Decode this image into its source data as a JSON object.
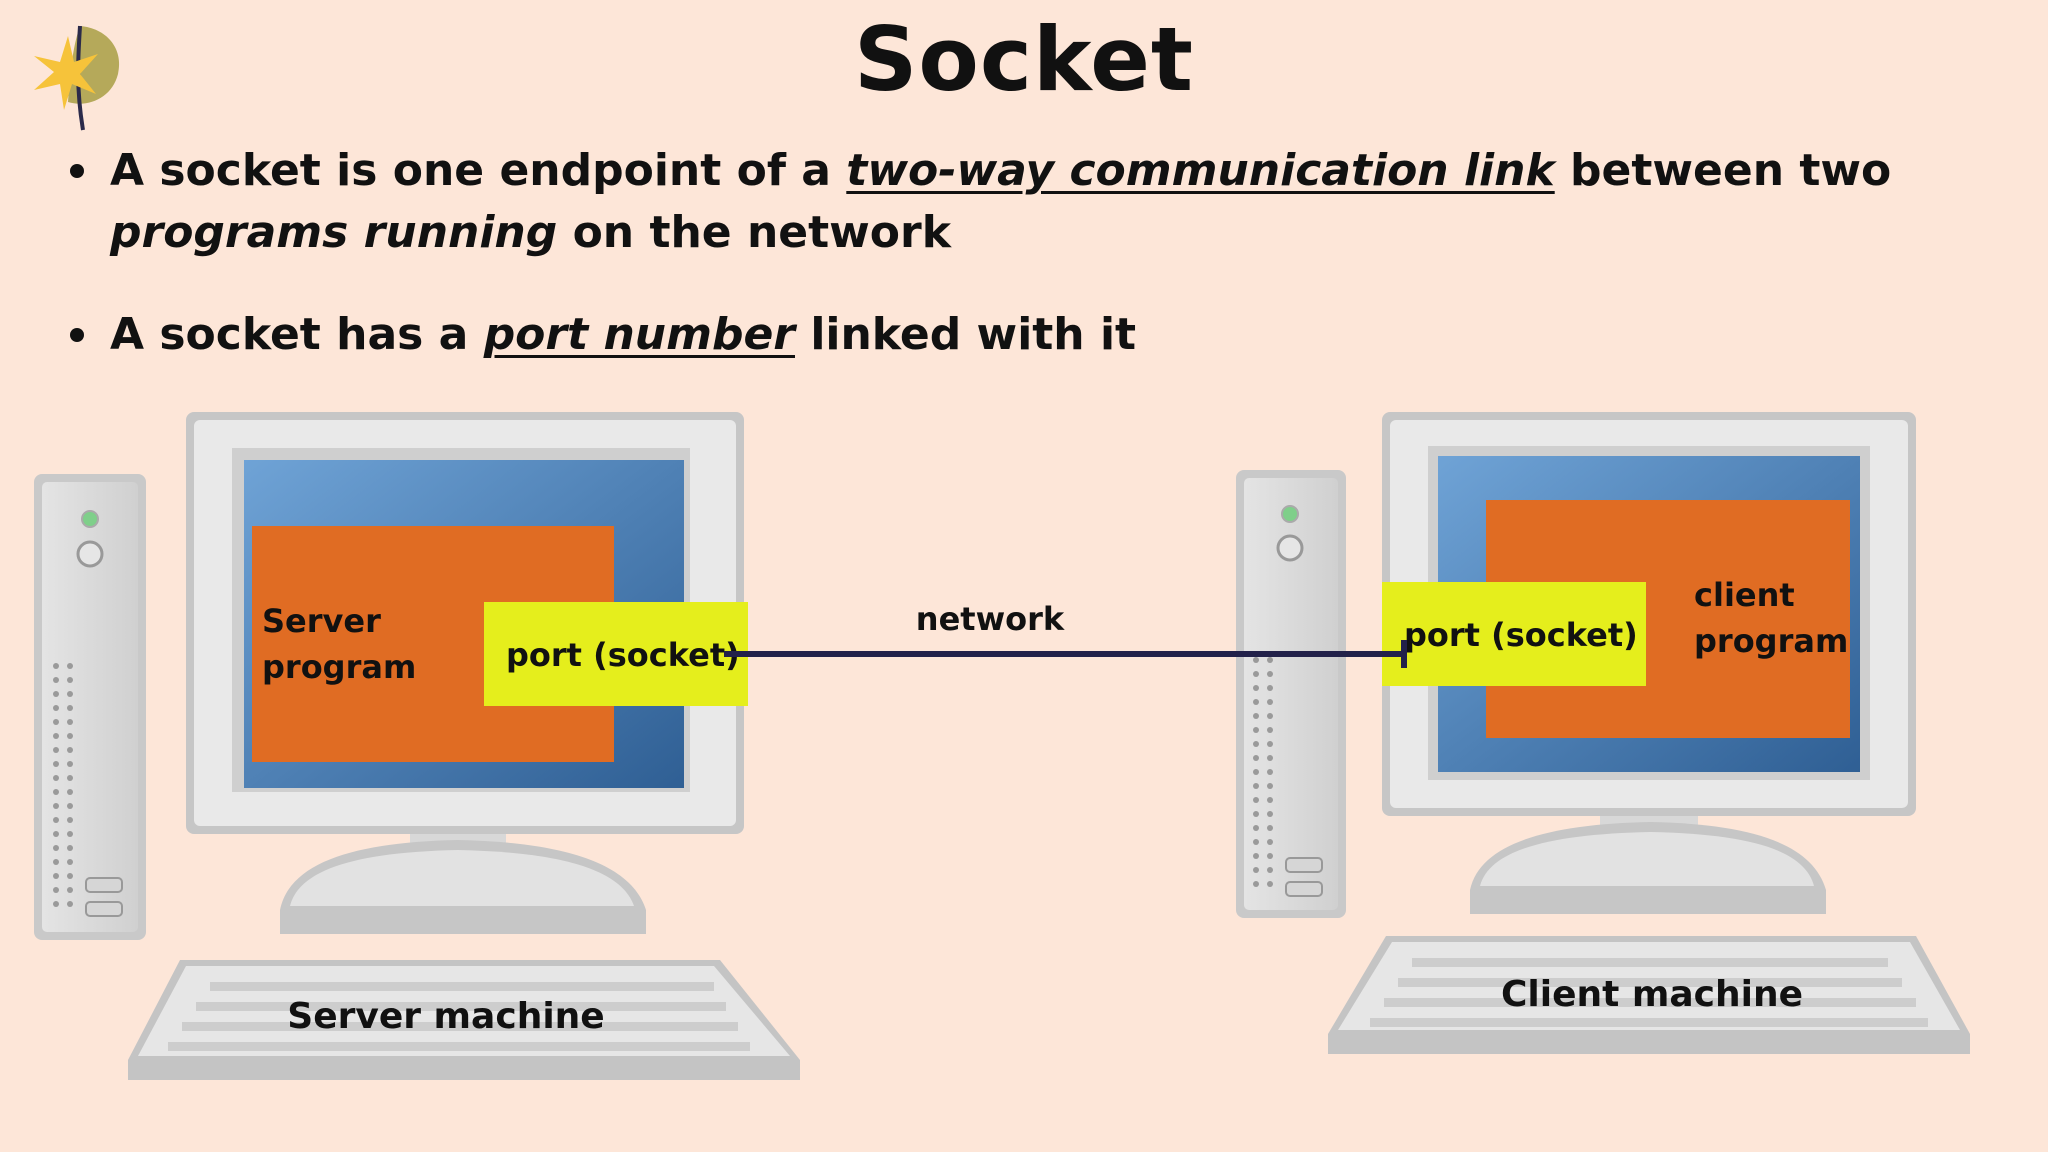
{
  "title": "Socket",
  "bullets": {
    "b1": {
      "t1": "A socket is one endpoint of a ",
      "t2": "two-way communication link",
      "t3": " between two ",
      "t4": "programs running",
      "t5": " on the network"
    },
    "b2": {
      "t1": "A socket has a ",
      "t2": "port number",
      "t3": " linked with it"
    }
  },
  "diagram": {
    "server_program": [
      "Server",
      "program"
    ],
    "server_port": "port (socket)",
    "network": "network",
    "client_port": "port (socket)",
    "client_program": [
      "client",
      "program"
    ],
    "server_machine": "Server machine",
    "client_machine": "Client machine"
  },
  "colors": {
    "background": "#fde6d8",
    "program_box": "#e06c23",
    "port_box": "#e5ee1c",
    "network_line": "#22214a",
    "screen": "#3f72a8"
  },
  "icons": [
    "leaf-logo-icon",
    "server-computer-icon",
    "client-computer-icon"
  ]
}
